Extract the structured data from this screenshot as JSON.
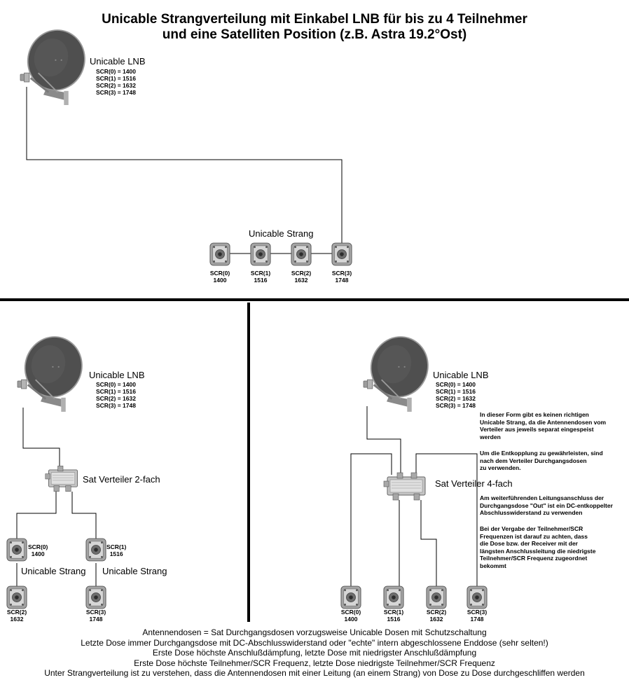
{
  "title": {
    "line1": "Unicable Strangverteilung mit Einkabel LNB für bis zu 4 Teilnehmer",
    "line2": "und eine Satelliten Position (z.B. Astra 19.2°Ost)"
  },
  "lnb": {
    "label": "Unicable LNB",
    "scr": [
      "SCR(0) = 1400",
      "SCR(1) = 1516",
      "SCR(2) = 1632",
      "SCR(3) = 1748"
    ]
  },
  "top": {
    "strang_label": "Unicable Strang",
    "dosen": [
      {
        "scr": "SCR(0)",
        "freq": "1400"
      },
      {
        "scr": "SCR(1)",
        "freq": "1516"
      },
      {
        "scr": "SCR(2)",
        "freq": "1632"
      },
      {
        "scr": "SCR(3)",
        "freq": "1748"
      }
    ]
  },
  "left": {
    "splitter_label": "Sat Verteiler 2-fach",
    "strang_label": "Unicable Strang",
    "dosen": [
      {
        "scr": "SCR(0)",
        "freq": "1400"
      },
      {
        "scr": "SCR(1)",
        "freq": "1516"
      },
      {
        "scr": "SCR(2)",
        "freq": "1632"
      },
      {
        "scr": "SCR(3)",
        "freq": "1748"
      }
    ]
  },
  "right": {
    "splitter_label": "Sat Verteiler 4-fach",
    "dosen": [
      {
        "scr": "SCR(0)",
        "freq": "1400"
      },
      {
        "scr": "SCR(1)",
        "freq": "1516"
      },
      {
        "scr": "SCR(2)",
        "freq": "1632"
      },
      {
        "scr": "SCR(3)",
        "freq": "1748"
      }
    ],
    "notes": [
      "In dieser Form gibt es keinen richtigen\nUnicable Strang,  da die Antennendosen vom\nVerteiler aus jeweils separat  eingespeist\nwerden",
      "Um die Entkopplung zu gewährleisten, sind\nnach dem Verteiler Durchgangsdosen\nzu verwenden.",
      "Am weiterführenden Leitungsanschluss der\nDurchgangsdose \"Out\" ist ein DC-entkoppelter\nAbschlusswiderstand zu verwenden",
      "Bei der Vergabe der Teilnehmer/SCR\nFrequenzen ist darauf zu achten, dass\ndie Dose bzw. der Receiver mit der\nlängsten Anschlussleitung die niedrigste\nTeilnehmer/SCR Frequenz zugeordnet\nbekommt"
    ]
  },
  "footer": [
    "Antennendosen = Sat Durchgangsdosen vorzugsweise Unicable Dosen mit Schutzschaltung",
    "Letzte Dose immer Durchgangsdose mit DC-Abschlusswiderstand oder \"echte\" intern abgeschlossene Enddose (sehr selten!)",
    "Erste Dose höchste Anschlußdämpfung, letzte Dose mit niedrigster Anschlußdämpfung",
    "Erste Dose höchste Teilnehmer/SCR Frequenz, letzte Dose niedrigste Teilnehmer/SCR Frequenz",
    "Unter Strangverteilung ist zu verstehen, dass die Antennendosen mit einer Leitung (an einem Strang) von Dose zu Dose durchgeschliffen werden"
  ]
}
